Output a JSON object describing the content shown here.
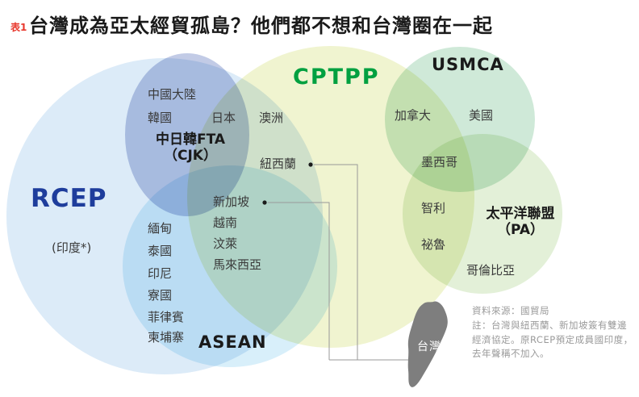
{
  "title": {
    "tag": "表1",
    "tag_color": "#e8382d",
    "text": "台灣成為亞太經貿孤島？他們都不想和台灣圈在一起"
  },
  "venn": {
    "groups": [
      {
        "id": "RCEP",
        "label": "RCEP",
        "label2": "",
        "label_color": "#1e3d9c",
        "fill": "#dcebf8"
      },
      {
        "id": "ASEAN",
        "label": "ASEAN",
        "label2": "",
        "label_color": "#1a1a1a",
        "fill": "#d8effa"
      },
      {
        "id": "CJK",
        "label": "中日韓FTA",
        "label2": "（CJK）",
        "label_color": "#1a1a1a",
        "fill": "#c2cbe6"
      },
      {
        "id": "CPTPP",
        "label": "CPTPP",
        "label2": "",
        "label_color": "#00a040",
        "fill": "#f0f4d0"
      },
      {
        "id": "USMCA",
        "label": "USMCA",
        "label2": "",
        "label_color": "#1a1a1a",
        "fill": "#cfe9d8"
      },
      {
        "id": "PA",
        "label": "太平洋聯盟",
        "label2": "（PA）",
        "label_color": "#1a1a1a",
        "fill": "#e3f0d8"
      }
    ],
    "countries": [
      {
        "text": "中國大陸",
        "region": "RCEP+CJK"
      },
      {
        "text": "韓國",
        "region": "RCEP+CJK"
      },
      {
        "text": "日本",
        "region": "RCEP+CJK+CPTPP"
      },
      {
        "text": "澳洲",
        "region": "RCEP+CPTPP"
      },
      {
        "text": "紐西蘭",
        "region": "RCEP+CPTPP"
      },
      {
        "text": "新加坡",
        "region": "RCEP+ASEAN+CPTPP"
      },
      {
        "text": "越南",
        "region": "RCEP+ASEAN+CPTPP"
      },
      {
        "text": "汶萊",
        "region": "RCEP+ASEAN+CPTPP"
      },
      {
        "text": "馬來西亞",
        "region": "RCEP+ASEAN+CPTPP"
      },
      {
        "text": "(印度*)",
        "region": "RCEP"
      },
      {
        "text": "緬甸",
        "region": "RCEP+ASEAN"
      },
      {
        "text": "泰國",
        "region": "RCEP+ASEAN"
      },
      {
        "text": "印尼",
        "region": "RCEP+ASEAN"
      },
      {
        "text": "寮國",
        "region": "RCEP+ASEAN"
      },
      {
        "text": "菲律賓",
        "region": "RCEP+ASEAN"
      },
      {
        "text": "柬埔寨",
        "region": "RCEP+ASEAN"
      },
      {
        "text": "加拿大",
        "region": "CPTPP+USMCA"
      },
      {
        "text": "美國",
        "region": "USMCA"
      },
      {
        "text": "墨西哥",
        "region": "CPTPP+USMCA+PA"
      },
      {
        "text": "智利",
        "region": "CPTPP+PA"
      },
      {
        "text": "祕魯",
        "region": "CPTPP+PA"
      },
      {
        "text": "哥倫比亞",
        "region": "PA"
      }
    ]
  },
  "taiwan": {
    "label": "台灣",
    "map_color": "#7e7e7e",
    "line_color": "#999999",
    "linked_countries": [
      "紐西蘭",
      "新加坡"
    ]
  },
  "note": {
    "lines": [
      "資料來源：國貿局",
      "註：台灣與紐西蘭、新加坡簽有雙邊",
      "經濟協定。原RCEP預定成員國印度，",
      "去年聲稱不加入。"
    ]
  }
}
